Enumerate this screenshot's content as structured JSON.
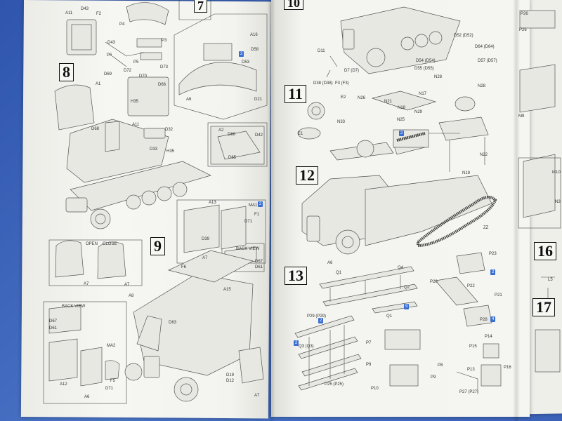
{
  "steps": {
    "s7": "7",
    "s8": "8",
    "s9": "9",
    "s10": "10",
    "s11": "11",
    "s12": "12",
    "s13": "13",
    "s16": "16",
    "s17": "17"
  },
  "callouts": {
    "open": "OPEN",
    "close": "CLOSE",
    "back_view_1": "BACK VIEW",
    "back_view_2": "BACK VIEW"
  },
  "badges": {
    "b_d53": "2",
    "b_ma1": "2",
    "b_sub_x2": "2",
    "b_k": "2",
    "b_j": "9",
    "b_p28": "4",
    "b_p29": "2",
    "b_q3": "2"
  },
  "labels_left": [
    {
      "t": "A11"
    },
    {
      "t": "D43"
    },
    {
      "t": "F2"
    },
    {
      "t": "D43"
    },
    {
      "t": "P4"
    },
    {
      "t": "P6"
    },
    {
      "t": "P5"
    },
    {
      "t": "D69"
    },
    {
      "t": "D72"
    },
    {
      "t": "D70"
    },
    {
      "t": "P3"
    },
    {
      "t": "D73"
    },
    {
      "t": "A16"
    },
    {
      "t": "D58"
    },
    {
      "t": "D53"
    },
    {
      "t": "D21"
    },
    {
      "t": "A6"
    },
    {
      "t": "A1"
    },
    {
      "t": "D66"
    },
    {
      "t": "H35"
    },
    {
      "t": "D68"
    },
    {
      "t": "A11"
    },
    {
      "t": "D32"
    },
    {
      "t": "D33"
    },
    {
      "t": "H35"
    },
    {
      "t": "D42"
    },
    {
      "t": "A2"
    },
    {
      "t": "D66"
    },
    {
      "t": "D65"
    },
    {
      "t": "A13"
    },
    {
      "t": "MA1"
    },
    {
      "t": "D71"
    },
    {
      "t": "F1"
    },
    {
      "t": "D39"
    },
    {
      "t": "A7"
    },
    {
      "t": "D67"
    },
    {
      "t": "D61"
    },
    {
      "t": "F6"
    },
    {
      "t": "A15"
    },
    {
      "t": "A8"
    },
    {
      "t": "A7"
    },
    {
      "t": "A7"
    },
    {
      "t": "D67"
    },
    {
      "t": "D61"
    },
    {
      "t": "D63"
    },
    {
      "t": "MA2"
    },
    {
      "t": "A12"
    },
    {
      "t": "F5"
    },
    {
      "t": "D71"
    },
    {
      "t": "A6"
    },
    {
      "t": "D19"
    },
    {
      "t": "D12"
    },
    {
      "t": "A7"
    }
  ],
  "labels_right": [
    {
      "t": "D11"
    },
    {
      "t": "D38 (D38)"
    },
    {
      "t": "F3 (F3)"
    },
    {
      "t": "D7 (D7)"
    },
    {
      "t": "D54 (D54)"
    },
    {
      "t": "D52 (D52)"
    },
    {
      "t": "D57 (D57)"
    },
    {
      "t": "D55 (D55)"
    },
    {
      "t": "D64 (D64)"
    },
    {
      "t": "E2"
    },
    {
      "t": "N33"
    },
    {
      "t": "E1"
    },
    {
      "t": "N28"
    },
    {
      "t": "N26"
    },
    {
      "t": "N17"
    },
    {
      "t": "N21"
    },
    {
      "t": "N18"
    },
    {
      "t": "N29"
    },
    {
      "t": "N25"
    },
    {
      "t": "N28"
    },
    {
      "t": "N22"
    },
    {
      "t": "N19"
    },
    {
      "t": "A6"
    },
    {
      "t": "ZZ"
    },
    {
      "t": "Q1"
    },
    {
      "t": "Q4"
    },
    {
      "t": "Q2"
    },
    {
      "t": "Q1"
    },
    {
      "t": "P23"
    },
    {
      "t": "P20"
    },
    {
      "t": "P22"
    },
    {
      "t": "P21"
    },
    {
      "t": "P28"
    },
    {
      "t": "P29 (P29)"
    },
    {
      "t": "Q3 (Q3)"
    },
    {
      "t": "P7"
    },
    {
      "t": "P9"
    },
    {
      "t": "P8"
    },
    {
      "t": "P9"
    },
    {
      "t": "P10"
    },
    {
      "t": "P15"
    },
    {
      "t": "P14"
    },
    {
      "t": "P13"
    },
    {
      "t": "P16"
    },
    {
      "t": "P27 (P27)"
    },
    {
      "t": "P25 (P25)"
    },
    {
      "t": "P26"
    },
    {
      "t": "P26"
    },
    {
      "t": "M9"
    },
    {
      "t": "M10"
    },
    {
      "t": "N3"
    },
    {
      "t": "L5"
    }
  ]
}
